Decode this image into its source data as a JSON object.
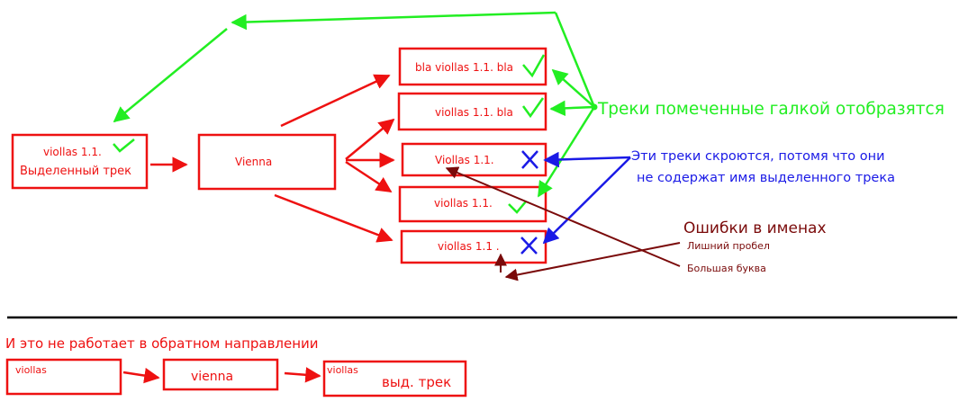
{
  "boxes": {
    "selected_track": {
      "line1": "viollas 1.1.",
      "line2": "Выделенный трек"
    },
    "vienna": "Vienna",
    "track1": "bla viollas 1.1. bla",
    "track2": "viollas 1.1. bla",
    "track3": "Viollas 1.1.",
    "track4": "viollas 1.1.",
    "track5": "viollas 1.1 ."
  },
  "notes": {
    "shown": "Треки помеченные галкой отобразятся",
    "hidden_line1": "Эти треки скроются, потомя что они",
    "hidden_line2": "не содержат имя выделенного трека",
    "errors_title": "Ошибки в именах",
    "extra_space": "Лишний пробел",
    "capital_letter": "Большая буква"
  },
  "reverse": {
    "caption": "И это не работает в обратном направлении",
    "box1": "viollas",
    "box2": "vienna",
    "box3_small": "viollas",
    "box3_main": "выд. трек"
  },
  "colors": {
    "red": "#ee1111",
    "green": "#22ee22",
    "blue": "#1a1ae6",
    "darkred": "#7a0a0a",
    "black": "#000000"
  }
}
